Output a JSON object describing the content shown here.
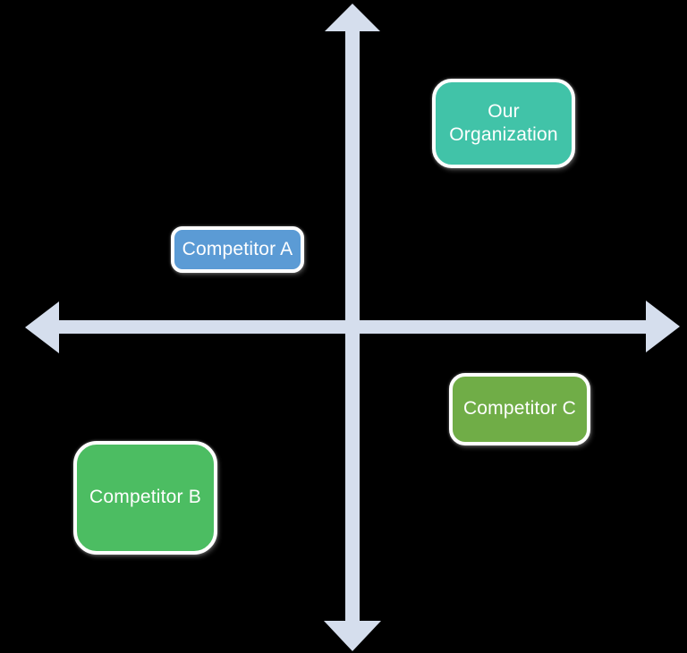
{
  "diagram": {
    "type": "quadrant-positioning-matrix",
    "background": "#000000",
    "text_color": "#ffffff",
    "axes": {
      "color": "#d5deed",
      "vertical": "double-headed-arrow",
      "horizontal": "double-headed-arrow"
    },
    "boxes": [
      {
        "label": "Our\nOrganization",
        "fill": "#41c3a8",
        "quadrant": "top-right"
      },
      {
        "label": "Competitor A",
        "fill": "#5b9bd5",
        "quadrant": "top-left"
      },
      {
        "label": "Competitor B",
        "fill": "#4cbd62",
        "quadrant": "bottom-left"
      },
      {
        "label": "Competitor C",
        "fill": "#70ad47",
        "quadrant": "bottom-right"
      }
    ]
  }
}
